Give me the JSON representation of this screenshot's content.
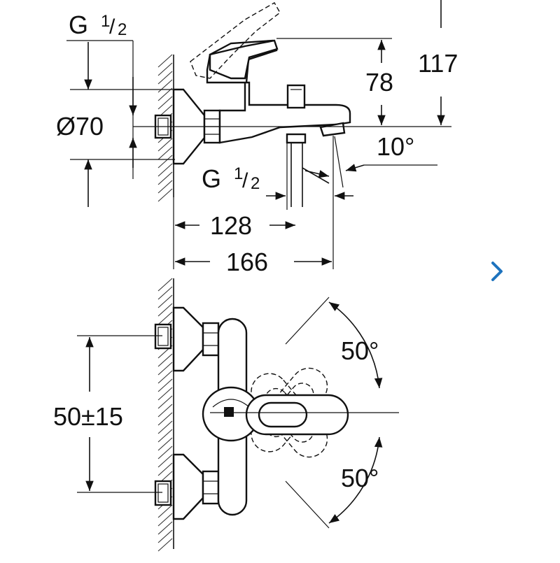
{
  "dims": {
    "thread_top": {
      "main": "G",
      "num": "1",
      "den": "2"
    },
    "thread_bottom": {
      "main": "G",
      "num": "1",
      "den": "2"
    },
    "diameter": "Ø70",
    "height_78": "78",
    "height_117": "117",
    "angle_10": "10°",
    "width_128": "128",
    "width_166": "166",
    "centers": "50±15",
    "angle_upper": "50°",
    "angle_lower": "50°"
  },
  "nav": {
    "next_icon": "chevron-right-icon",
    "color": "#1e73be"
  }
}
